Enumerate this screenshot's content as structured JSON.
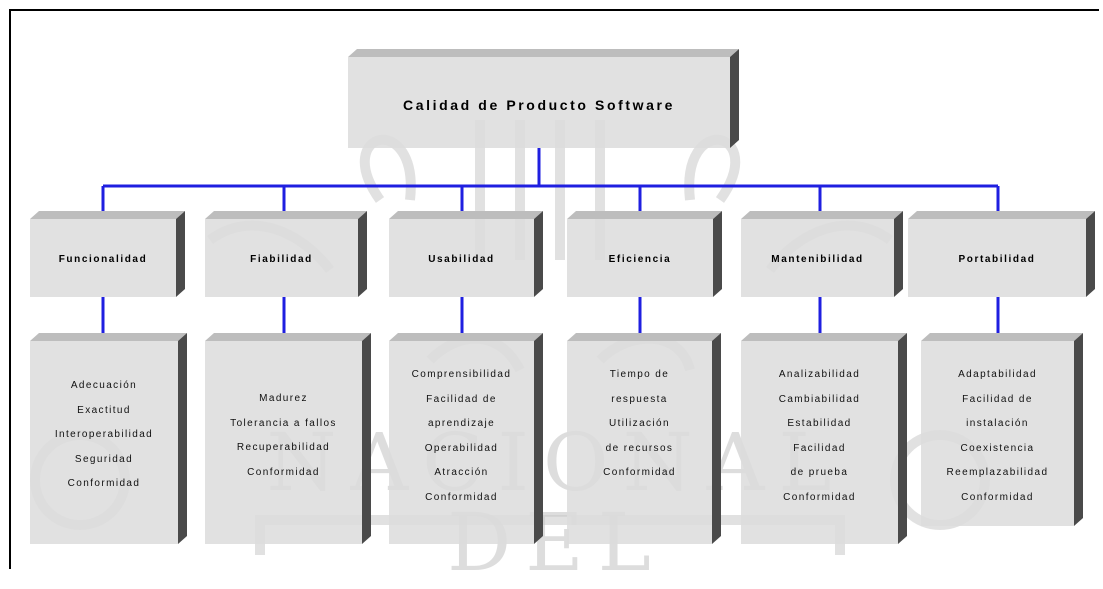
{
  "root": {
    "label": "Calidad de Producto Software"
  },
  "watermark": {
    "text": "NACIONAL DEL"
  },
  "characteristics": [
    {
      "label": "Funcionalidad",
      "subcharacteristics": [
        "Adecuación",
        "Exactitud",
        "Interoperabilidad",
        "Seguridad",
        "Conformidad"
      ]
    },
    {
      "label": "Fiabilidad",
      "subcharacteristics": [
        "Madurez",
        "Tolerancia a fallos",
        "Recuperabilidad",
        "Conformidad"
      ]
    },
    {
      "label": "Usabilidad",
      "subcharacteristics": [
        "Comprensibilidad",
        "Facilidad de",
        "aprendizaje",
        "Operabilidad",
        "Atracción",
        "Conformidad"
      ]
    },
    {
      "label": "Eficiencia",
      "subcharacteristics": [
        "Tiempo de",
        "respuesta",
        "Utilización",
        "de recursos",
        "Conformidad"
      ]
    },
    {
      "label": "Mantenibilidad",
      "subcharacteristics": [
        "Analizabilidad",
        "Cambiabilidad",
        "Estabilidad",
        "Facilidad",
        "de prueba",
        "Conformidad"
      ]
    },
    {
      "label": "Portabilidad",
      "subcharacteristics": [
        "Adaptabilidad",
        "Facilidad de",
        "instalación",
        "Coexistencia",
        "Reemplazabilidad",
        "Conformidad"
      ]
    }
  ],
  "colors": {
    "connector": "#1f1fe0",
    "box_face": "#dcdcdc",
    "box_side": "#4a4a4a",
    "box_top": "#bdbdbd"
  }
}
